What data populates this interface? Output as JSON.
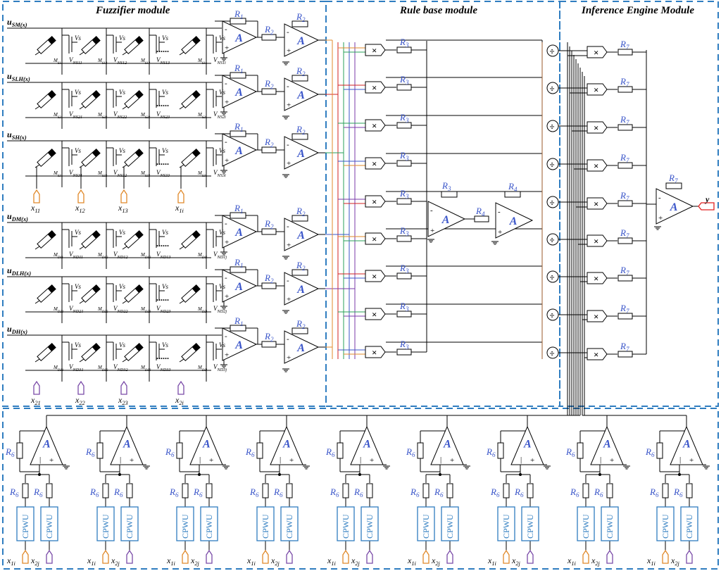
{
  "modules": {
    "fuzzifier": "Fuzzifier module",
    "rule_base": "Rule base module",
    "inference": "Inference Engine Module"
  },
  "rows": [
    {
      "u": "uSM(x)",
      "vn": [
        "VNS11",
        "VNS12",
        "VNS13",
        "VNS1i"
      ],
      "m": [
        "MS11",
        "MS12",
        "MS13",
        "MS1i"
      ]
    },
    {
      "u": "uSLH(x)",
      "vn": [
        "VNS21",
        "VNS22",
        "VNS23",
        "VNS2i"
      ],
      "m": [
        "MS21",
        "MS22",
        "MS23",
        "MS2i"
      ]
    },
    {
      "u": "uSH(x)",
      "vn": [
        "VNS31",
        "VNS32",
        "VNS33",
        "VNS3i"
      ],
      "m": [
        "MS31",
        "MS32",
        "MS33",
        "MS3i"
      ]
    },
    {
      "u": "uDM(x)",
      "vn": [
        "VND11",
        "VND12",
        "VND13",
        "VND1j"
      ],
      "m": [
        "MD11",
        "MD12",
        "MD13",
        "MD1j"
      ]
    },
    {
      "u": "uDLH(x)",
      "vn": [
        "VND21",
        "VND22",
        "VND23",
        "VND2j"
      ],
      "m": [
        "MD21",
        "MD22",
        "MD23",
        "MD2j"
      ]
    },
    {
      "u": "uDH(x)",
      "vn": [
        "VND31",
        "VND32",
        "VND33",
        "VND3j"
      ],
      "m": [
        "MD31",
        "MD32",
        "MD33",
        "MD3j"
      ]
    }
  ],
  "vs_label": "Vs",
  "dots": "......",
  "x_inputs_top": [
    "x11",
    "x12",
    "x13",
    "x1i"
  ],
  "x_inputs_bottom": [
    "x21",
    "x22",
    "x23",
    "x2i"
  ],
  "resistors": {
    "r1": "R1",
    "r2": "R2",
    "r3": "R3",
    "r4": "R4",
    "r6": "R6",
    "r7": "R7"
  },
  "amp_label": "A",
  "multiply_symbol": "×",
  "divide_symbol": "÷",
  "output_label": "y",
  "cpwu_label": "CPWU",
  "cpwu_inputs": [
    "x1i",
    "x2j"
  ],
  "colors": {
    "dashed_box": "#2f7dc0",
    "resistor_label": "#3a55c9",
    "orange_input": "#e0892a",
    "purple_input": "#7a4aa8",
    "output": "#e02020",
    "wire_orange": "#e0892a",
    "wire_red": "#d22020",
    "wire_green": "#2aa05a",
    "wire_blue": "#3a55c9",
    "wire_purple": "#7a3aa8",
    "wire_brown": "#9a5a2a"
  }
}
